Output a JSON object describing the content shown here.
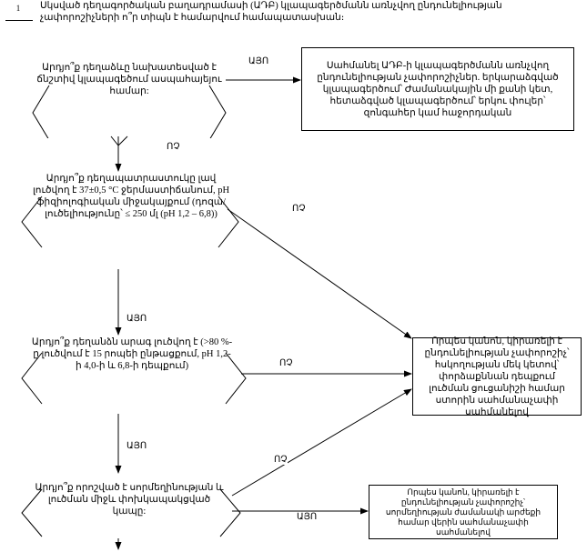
{
  "header": {
    "footnote_number": "1",
    "footnote_text": "Սկսված դեղագործական բաղադրամասի (ԱԴԲ) կլապագերծմանն առնչվող ընդունելիության չափորոշիչների ո՞ր տիպն է համարվում համապատասխան։"
  },
  "labels": {
    "yes": "ԱՅՈ",
    "no": "ՈՉ"
  },
  "nodes": {
    "d1": "Արդյո՞ք դեղաձևը նախատեսված է ճնշտիվ կլապագեծում ասպահայեյու համար:",
    "b1": "Սահմանել ԱԴԲ-ի կլապագերծմանն առնչվող ընդունելիության չափորոշիչներ. երկարաձգված կլապագերծում՝ Ժամանակային մի քանի կետ, հետաձգված կլապագերծում՝ երկու փուլեր՝ զոնգահեր կամ հաջորդական",
    "d2": "Արդյո՞ք դեղապատրաստուկը լավ լուծվող է 37±0,5 °C ջերմաստիճանում, pH ֆիզիոլոգիական միջակայքում (դոզա/լուծելիությունը՝ ≤ 250 մլ (pH 1,2 – 6,8))",
    "d3": "Արդյո՞ք դեղանձն արագ լուծվող է (>80 %-ը լուծվում է 15 րոպեի ընթացքում, pH 1,2-ի 4,0-ի և 6,8-ի դեպքում)",
    "b2": "Որպես կանոն, կիրառելի է ընդունելիության չափորոշիչ՝ հսկողության մեկ կետով՝ փորձաքննան դեպքում լուծման ցուցանիշի համար ստորին սահմանաչափի սահմանելով",
    "d4": "Արդյո՞ք որոշված է սորմեղինության և լուծման միջև փոխկապակցված կապը:",
    "b3": "Որպես կանոն, կիրառելի է ընդունելիության չափորոշիչ՝ սորմեղիության ժամանակի արժեքի համար վերին սահմանաչափի սահմանելով"
  }
}
